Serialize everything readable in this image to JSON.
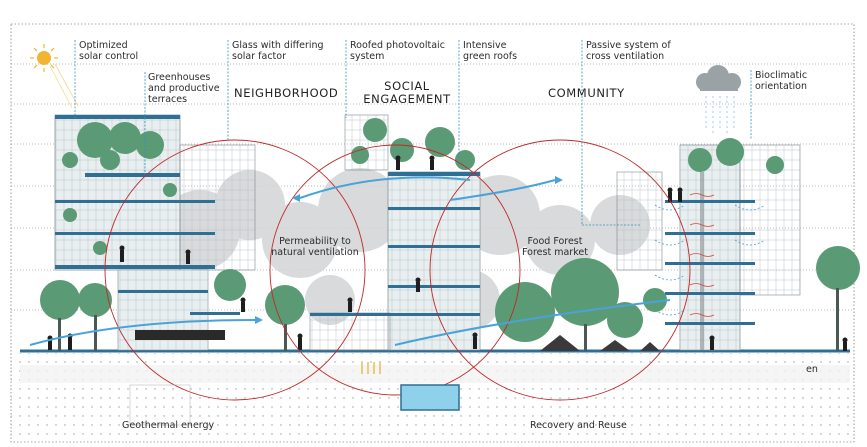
{
  "labels": {
    "solar_control": "Optimized\nsolar control",
    "greenhouses": "Greenhouses\nand productive\nterraces",
    "glass": "Glass with differing\nsolar factor",
    "roofed_pv": "Roofed photovoltaic\nsystem",
    "green_roofs": "Intensive\ngreen roofs",
    "cross_ventilation": "Passive system of\ncross ventilation",
    "bioclimatic": "Bioclimatic\norientation",
    "permeability": "Permeability to\nnatural ventilation",
    "food_forest": "Food Forest\nForest market",
    "geothermal": "Geothermal energy",
    "recovery": "Recovery and Reuse",
    "side_text": "en"
  },
  "zones": {
    "neighborhood": "NEIGHBORHOOD",
    "social": "SOCIAL\nENGAGEMENT",
    "community": "COMMUNITY"
  },
  "colors": {
    "circle": "#c0282a",
    "slab": "#2f6f96",
    "tree": "#5a9a74",
    "tree_light": "#8fbf9a",
    "flow": "#4aa3d8",
    "heat": "#e8a13a",
    "leader": "#3a8fb7"
  }
}
